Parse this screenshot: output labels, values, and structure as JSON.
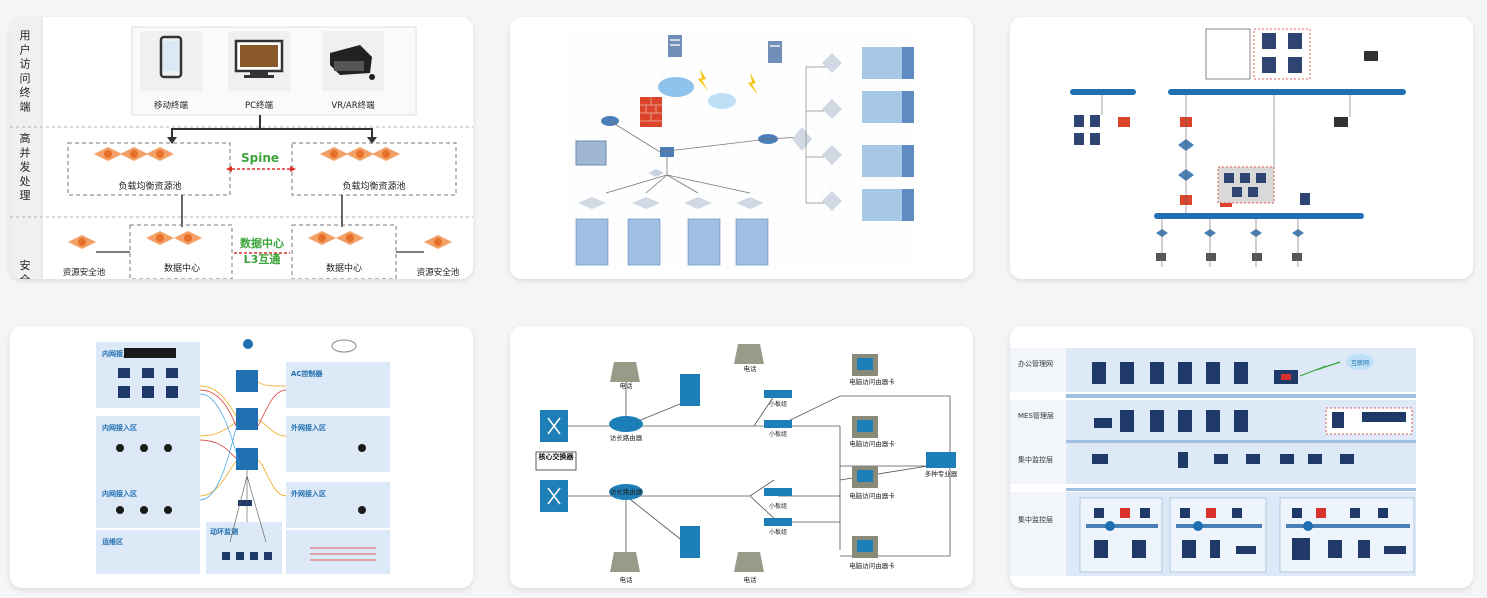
{
  "cards": [
    {
      "left_labels": [
        "用户访问终端",
        "高并发处理",
        "安全"
      ],
      "devices": [
        {
          "icon": "mobile-phone-icon",
          "label": "移动终端"
        },
        {
          "icon": "monitor-icon",
          "label": "PC终端"
        },
        {
          "icon": "vr-headset-icon",
          "label": "VR/AR终端"
        }
      ],
      "spine_label": "Spine",
      "lb_pool_label": "负载均衡资源池",
      "dc_label": "数据中心",
      "dc_link_line1": "数据中心",
      "dc_link_line2": "L3互通",
      "security_pool_label": "资源安全池"
    },
    {
      "name": "network-topology-diagram-2"
    },
    {
      "name": "network-topology-diagram-3"
    },
    {
      "zones_left": [
        "内网接入区",
        "内网接入区",
        "内网接入区",
        "运维区"
      ],
      "zones_right": [
        "AC控制器",
        "外网接入区",
        "外网接入区"
      ],
      "zone_bottom": "动环监测"
    },
    {
      "phone_label": "电话",
      "core_switch_label": "核心交换器",
      "router_label": "访长路由器",
      "small_switch_label": "小板组",
      "access_card_label": "电脑访问由器卡",
      "multi_switch_label": "多种专业器"
    },
    {
      "layers": [
        "办公管理网",
        "MES管理层",
        "集中监控层",
        "集中监控层"
      ],
      "cloud_label": "互联网"
    }
  ],
  "colors": {
    "accent_blue": "#1f6fb2",
    "server_blue": "#3d6ba8",
    "zone_bg": "#dde9f6",
    "spine_green": "#3aa33a",
    "link_red": "#d9312b",
    "lb_orange": "#e8702a"
  }
}
